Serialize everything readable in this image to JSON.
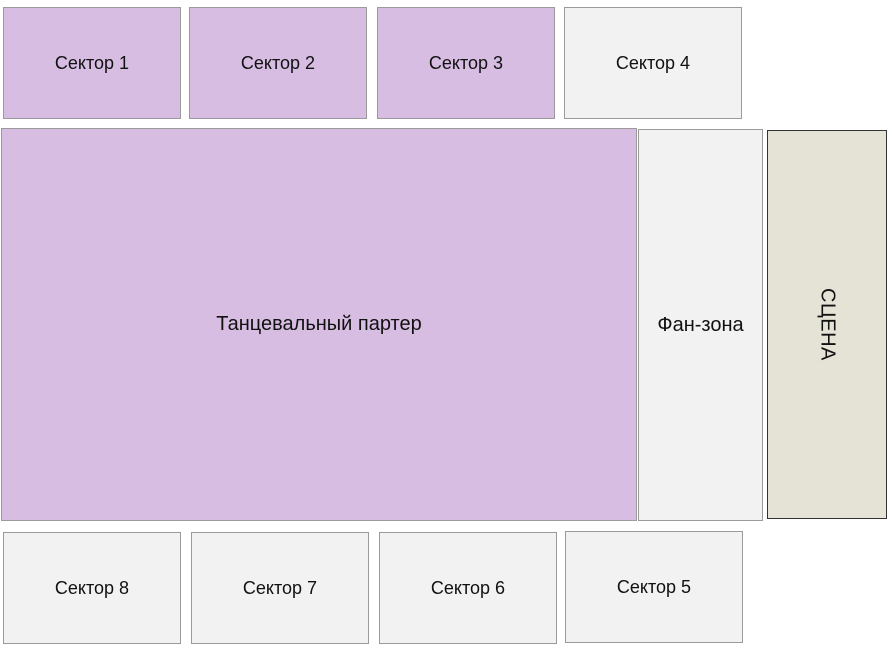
{
  "top_row": [
    {
      "label": "Сектор 1",
      "status": "available"
    },
    {
      "label": "Сектор 2",
      "status": "available"
    },
    {
      "label": "Сектор 3",
      "status": "available"
    },
    {
      "label": "Сектор 4",
      "status": "unavailable"
    }
  ],
  "dance_floor": {
    "label": "Танцевальный партер",
    "status": "available"
  },
  "fan_zone": {
    "label": "Фан-зона",
    "status": "unavailable"
  },
  "stage": {
    "label": "СЦЕНА"
  },
  "bottom_row": [
    {
      "label": "Сектор 8",
      "status": "unavailable"
    },
    {
      "label": "Сектор 7",
      "status": "unavailable"
    },
    {
      "label": "Сектор 6",
      "status": "unavailable"
    },
    {
      "label": "Сектор 5",
      "status": "unavailable"
    }
  ],
  "colors": {
    "available": "#d7bde2",
    "unavailable": "#f2f2f2",
    "stage": "#e5e2d6",
    "border": "#9a9a9a"
  }
}
